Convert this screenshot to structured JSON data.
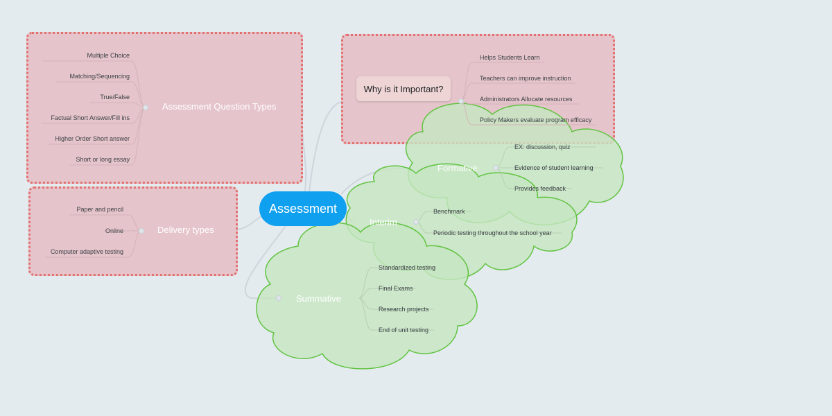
{
  "root": {
    "label": "Assessment"
  },
  "colors": {
    "background": "#e4ebef",
    "root": "#0fa0f0",
    "box_fill": "#e6bac0",
    "box_border": "#e2706f",
    "cloud_fill": "#c6e6c0",
    "cloud_stroke": "#62c342"
  },
  "question_types": {
    "label": "Assessment Question Types",
    "items": [
      "Multiple Choice",
      "Matching/Sequencing",
      "True/False",
      "Factual Short Answer/Fill ins",
      "Higher Order Short answer",
      "Short or long essay"
    ]
  },
  "delivery_types": {
    "label": "Delivery types",
    "items": [
      "Paper and pencil",
      "Online",
      "Computer adaptive testing"
    ]
  },
  "importance": {
    "label": "Why is it Important?",
    "items": [
      "Helps Students Learn",
      "Teachers can improve instruction",
      "Administrators Allocate resources",
      "Policy Makers evaluate program efficacy"
    ]
  },
  "formative": {
    "label": "Formative",
    "items": [
      "EX: discussion, quiz",
      "Evidence of student learning",
      "Provides feedback"
    ]
  },
  "interim": {
    "label": "Interim",
    "items": [
      "Benchmark",
      "Periodic testing throughout the school year"
    ]
  },
  "summative": {
    "label": "Summative",
    "items": [
      "Standardized testing",
      "Final Exams",
      "Research projects",
      "End of unit testing"
    ]
  }
}
